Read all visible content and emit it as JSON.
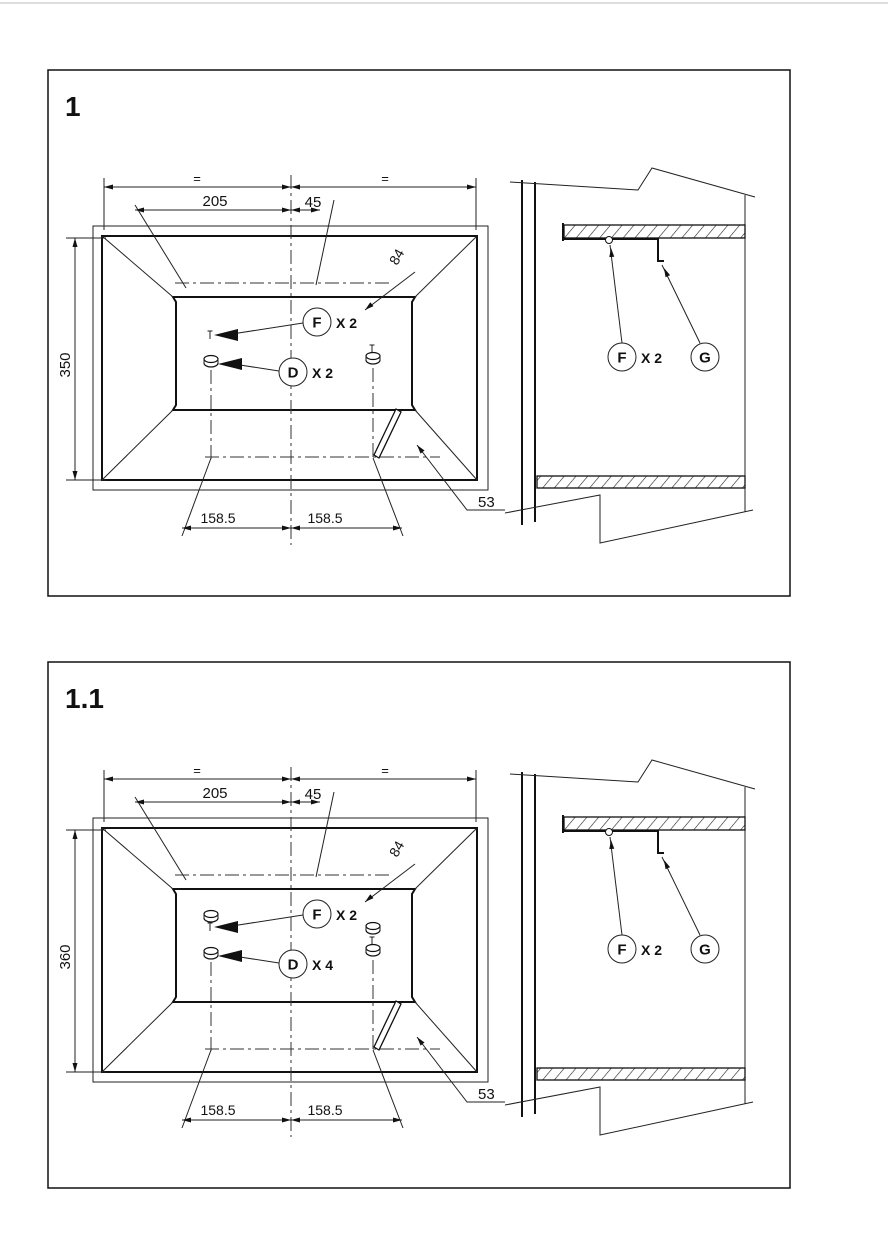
{
  "panels": [
    {
      "step": "1",
      "equal_mark": "=",
      "dim_205": "205",
      "dim_45": "45",
      "dim_84": "84",
      "dim_height": "350",
      "dim_left": "158.5",
      "dim_right": "158.5",
      "ref_53": "53",
      "part_f": "F",
      "part_f_qty": "X 2",
      "part_d": "D",
      "part_d_qty": "X 2",
      "side_part_f": "F",
      "side_part_f_qty": "X 2",
      "side_part_g": "G",
      "extra_washers": false
    },
    {
      "step": "1.1",
      "equal_mark": "=",
      "dim_205": "205",
      "dim_45": "45",
      "dim_84": "84",
      "dim_height": "360",
      "dim_left": "158.5",
      "dim_right": "158.5",
      "ref_53": "53",
      "part_f": "F",
      "part_f_qty": "X 2",
      "part_d": "D",
      "part_d_qty": "X 4",
      "side_part_f": "F",
      "side_part_f_qty": "X 2",
      "side_part_g": "G",
      "extra_washers": true
    }
  ]
}
